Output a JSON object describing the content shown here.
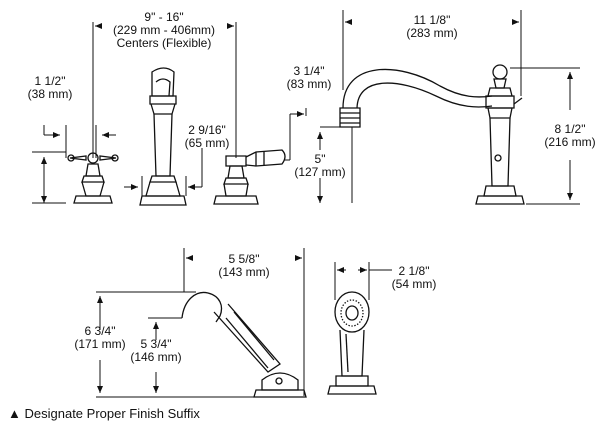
{
  "dimensions": {
    "centers": {
      "line1": "9\" - 16\"",
      "line2": "(229 mm - 406mm)",
      "line3": "Centers (Flexible)"
    },
    "cross_handle_width": {
      "line1": "1 1/2\"",
      "line2": "(38 mm)"
    },
    "lever_offset": {
      "line1": "2 9/16\"",
      "line2": "(65 mm)"
    },
    "spout_base_height": {
      "line1": "3 1/4\"",
      "line2": "(83 mm)"
    },
    "spout_inlet_height": {
      "line1": "5\"",
      "line2": "(127 mm)"
    },
    "spout_reach": {
      "line1": "11 1/8\"",
      "line2": "(283 mm)"
    },
    "spout_height": {
      "line1": "8 1/2\"",
      "line2": "(216 mm)"
    },
    "hand_shower_length": {
      "line1": "5 5/8\"",
      "line2": "(143 mm)"
    },
    "hand_shower_height": {
      "line1": "6 3/4\"",
      "line2": "(171 mm)"
    },
    "hand_shower_holder_height": {
      "line1": "5 3/4\"",
      "line2": "(146 mm)"
    },
    "hand_shower_face_width": {
      "line1": "2 1/8\"",
      "line2": "(54 mm)"
    }
  },
  "footnote": {
    "symbol": "▲",
    "text": "Designate Proper Finish Suffix"
  }
}
